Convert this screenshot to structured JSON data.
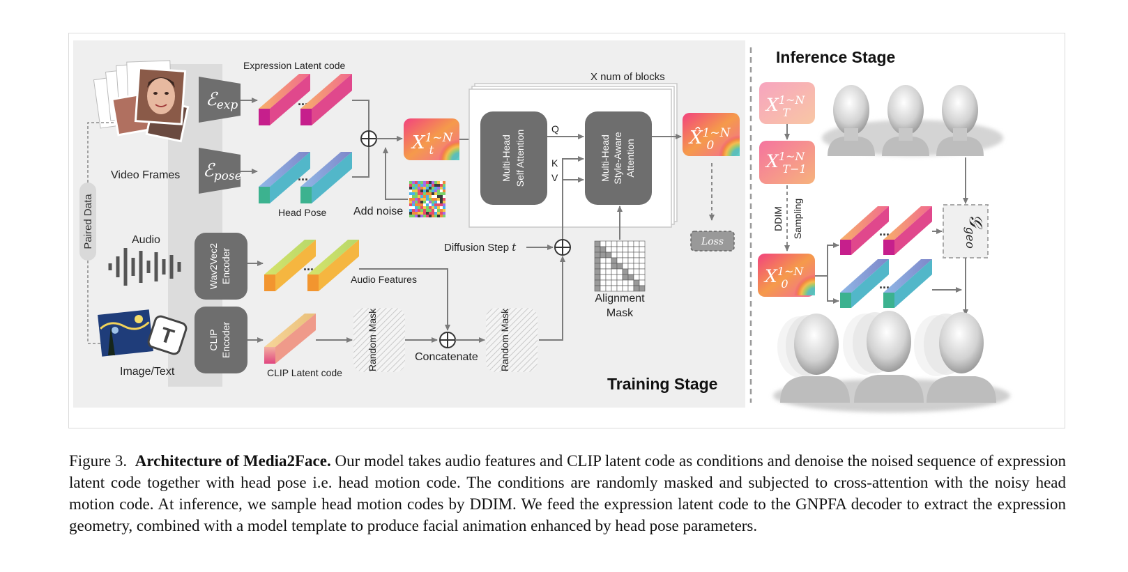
{
  "figure": {
    "training": {
      "stage_title": "Training Stage",
      "video_frames_label": "Video Frames",
      "paired_data_label": "Paired Data",
      "audio_label": "Audio",
      "image_text_label": "Image/Text",
      "expression_latent_label": "Expression Latent code",
      "head_pose_label": "Head Pose",
      "audio_features_label": "Audio Features",
      "clip_latent_label": "CLIP Latent code",
      "add_noise_label": "Add noise",
      "diffusion_step_label": "Diffusion Step",
      "diffusion_step_var": "t",
      "concatenate_label": "Concatenate",
      "random_mask_label": "Random Mask",
      "num_blocks_label": "X num of blocks",
      "alignment_mask_label": [
        "Alignment",
        "Mask"
      ],
      "loss_label": "Loss",
      "q_label": "Q",
      "k_label": "K",
      "v_label": "V",
      "dots": "...",
      "encoders": {
        "exp_symbol": "ℰ",
        "exp_sub": "exp",
        "pose_symbol": "ℰ",
        "pose_sub": "pose",
        "wav2vec_label": [
          "Wav2Vec2",
          "Encoder"
        ],
        "clip_label": [
          "CLIP",
          "Encoder"
        ]
      },
      "self_attention_label": [
        "Multi-Head",
        "Self Attention"
      ],
      "style_attention_label": [
        "Multi-Head",
        "Style-Aware",
        "Attention"
      ],
      "xt_base": "X",
      "xt_sup": "1~N",
      "xt_sub": "t",
      "x0hat_base": "X̂",
      "x0hat_sup": "1~N",
      "x0hat_sub": "0",
      "text_icon": "T"
    },
    "inference": {
      "stage_title": "Inference Stage",
      "xT_base": "X",
      "xT_sup": "1~N",
      "xT_sub": "T",
      "xT1_base": "X",
      "xT1_sup": "1~N",
      "xT1_sub": "T−1",
      "x0_base": "X",
      "x0_sup": "1~N",
      "x0_sub": "0",
      "ddim_label": "DDIM",
      "sampling_label": "Sampling",
      "geo_symbol": "𝒢",
      "geo_sub": "geo",
      "dots": "..."
    }
  },
  "caption": {
    "prefix": "Figure 3.",
    "title": "Architecture of Media2Face.",
    "body": "Our model takes audio features and CLIP latent code as conditions and denoise the noised sequence of expression latent code together with head pose i.e. head motion code. The conditions are randomly masked and subjected to cross-attention with the noisy head motion code. At inference, we sample head motion codes by DDIM. We feed the expression latent code to the GNPFA decoder to extract the expression geometry, combined with a model template to produce facial animation enhanced by head pose parameters."
  },
  "colors": {
    "panel_gray": "#efefef",
    "block_dark": "#6e6e6e",
    "encoder_dark": "#7a7a7a",
    "exp_front": "#d8239a",
    "pose_front": "#3fbf98",
    "audio_front": "#f5a43b",
    "clip_front": "#e2427a",
    "arrow": "#7b7b7b"
  }
}
